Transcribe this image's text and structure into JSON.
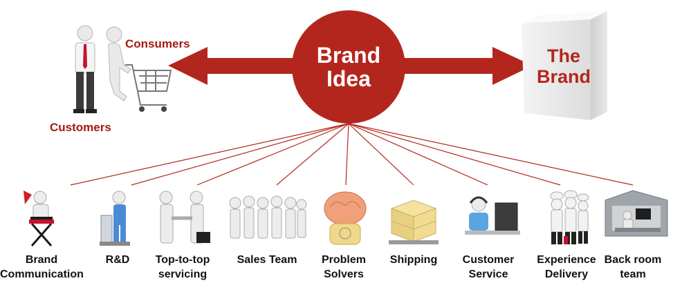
{
  "hub": {
    "line1": "Brand",
    "line2": "Idea"
  },
  "the_brand": {
    "line1": "The",
    "line2": "Brand"
  },
  "left_group": {
    "consumers": "Consumers",
    "customers": "Customers"
  },
  "colors": {
    "accent": "#b3261e",
    "text": "#111111"
  },
  "departments": [
    {
      "line1": "Brand",
      "line2": "Communication",
      "icon": "director-chair-icon"
    },
    {
      "line1": "R&D",
      "line2": "",
      "icon": "microscope-icon"
    },
    {
      "line1": "Top-to-top",
      "line2": "servicing",
      "icon": "handshake-icon"
    },
    {
      "line1": "Sales Team",
      "line2": "",
      "icon": "team-icon"
    },
    {
      "line1": "Problem",
      "line2": "Solvers",
      "icon": "brain-icon"
    },
    {
      "line1": "Shipping",
      "line2": "",
      "icon": "boxes-icon"
    },
    {
      "line1": "Customer",
      "line2": "Service",
      "icon": "headset-icon"
    },
    {
      "line1": "Experience",
      "line2": "Delivery",
      "icon": "chefs-icon"
    },
    {
      "line1": "Back room",
      "line2": "team",
      "icon": "office-cubicle-icon"
    }
  ]
}
